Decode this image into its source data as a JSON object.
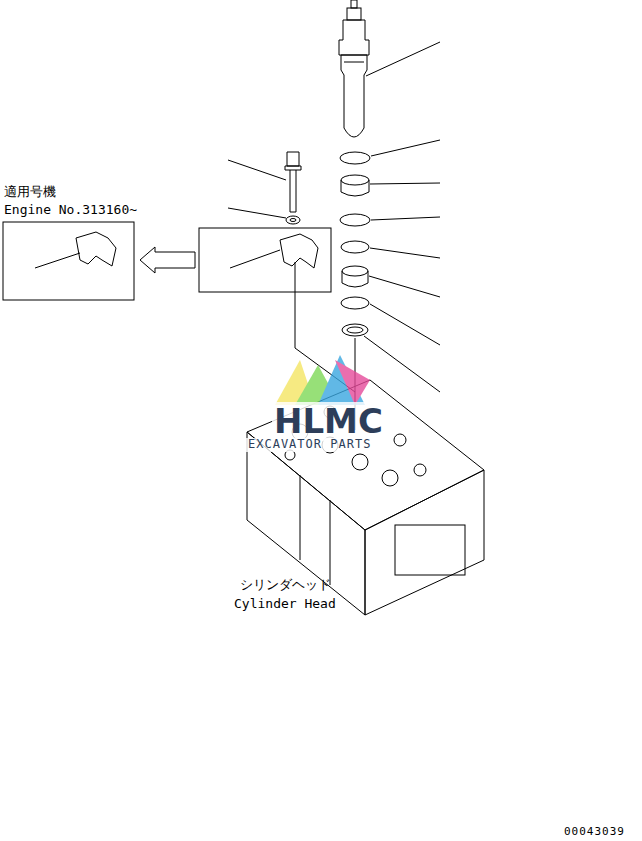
{
  "diagram": {
    "labels": [
      "適用号機",
      "Engine No.313160~",
      "HLMC",
      "EXCAVATOR PARTS",
      "シリンダヘッド",
      "Cylinder Head",
      "00043039"
    ]
  }
}
